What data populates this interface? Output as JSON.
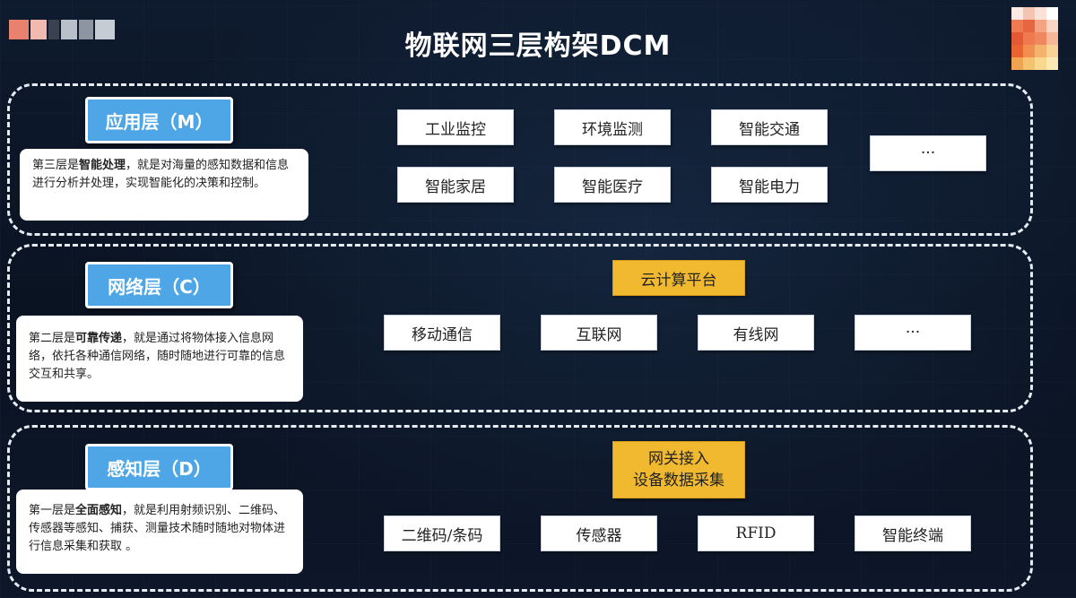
{
  "title": "物联网三层构架DCM",
  "layers": {
    "m": {
      "title": "应用层（M）",
      "desc_prefix": "第三层是",
      "desc_bold": "智能处理",
      "desc_rest": "，就是对海量的感知数据和信息进行分析并处理，实现智能化的决策和控制。",
      "items": [
        "工业监控",
        "环境监测",
        "智能交通",
        "智能家居",
        "智能医疗",
        "智能电力",
        "···"
      ]
    },
    "c": {
      "title": "网络层（C）",
      "desc_prefix": "第二层是",
      "desc_bold": "可靠传递",
      "desc_rest": "，就是通过将物体接入信息网络，依托各种通信网络，随时随地进行可靠的信息交互和共享。",
      "platform": "云计算平台",
      "items": [
        "移动通信",
        "互联网",
        "有线网",
        "···"
      ]
    },
    "d": {
      "title": "感知层（D）",
      "desc_prefix": "第一层是",
      "desc_bold": "全面感知",
      "desc_rest": "，就是利用射频识别、二维码、传感器等感知、捕获、测量技术随时随地对物体进行信息采集和获取 。",
      "gateway_line1": "网关接入",
      "gateway_line2": "设备数据采集",
      "items": [
        "二维码/条码",
        "传感器",
        "RFID",
        "智能终端"
      ]
    }
  },
  "colors": {
    "background": "#0b1424",
    "layer_title_fill": "#4fa6e6",
    "highlight_fill": "#f1b92f",
    "dashed_border": "#e6ecf3"
  }
}
